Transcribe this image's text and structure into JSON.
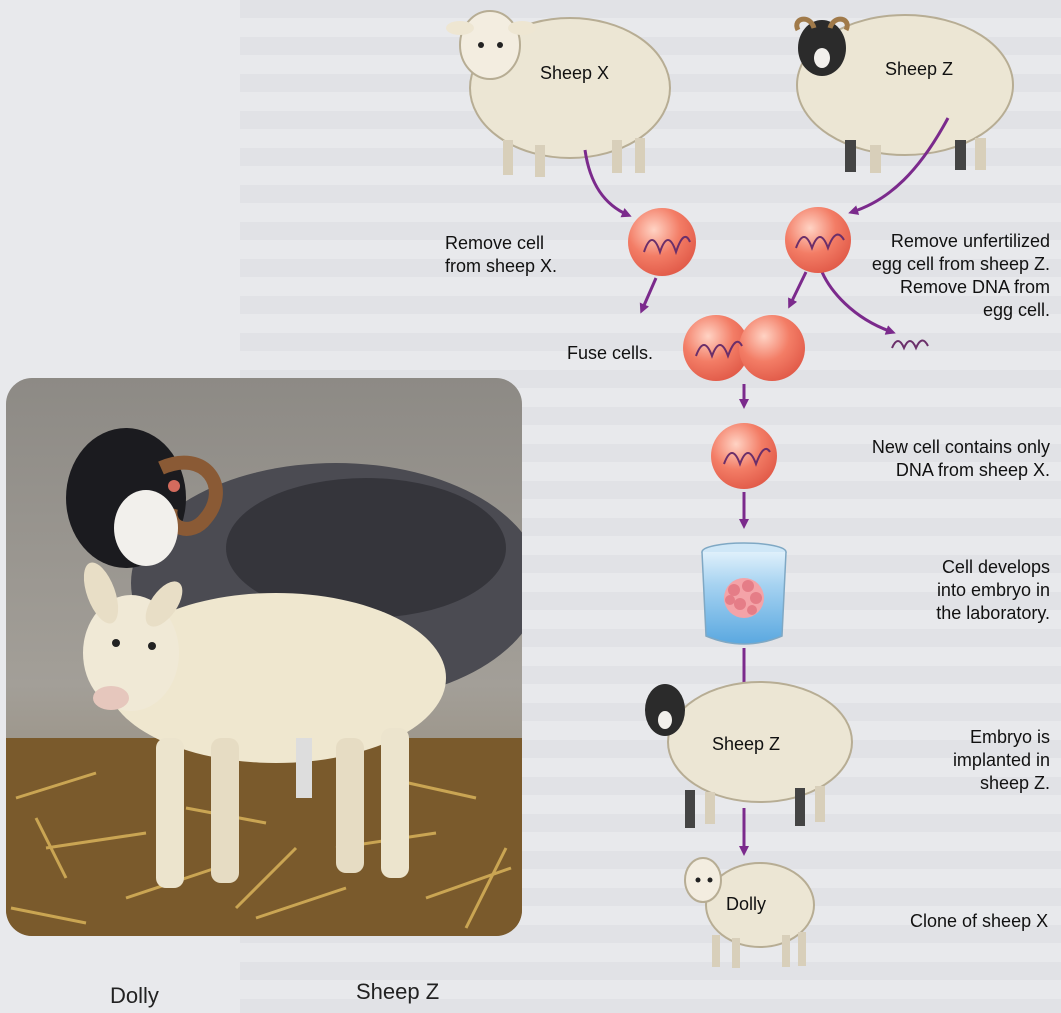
{
  "diagram": {
    "sheep_x_label": "Sheep X",
    "sheep_z_label": "Sheep Z",
    "sheep_z_surrogate_label": "Sheep Z",
    "dolly_label": "Dolly",
    "steps": {
      "remove_cell": "Remove cell\nfrom sheep X.",
      "remove_egg": "Remove unfertilized\negg cell from sheep Z.\nRemove DNA from\negg cell.",
      "fuse": "Fuse cells.",
      "new_cell": "New cell contains only\nDNA from sheep X.",
      "embryo": "Cell develops\ninto embryo in\nthe laboratory.",
      "implant": "Embryo is\nimplanted in\nsheep Z.",
      "clone": "Clone of sheep X"
    },
    "colors": {
      "arrow": "#7b2a8c",
      "cell": "#ec6b57",
      "cell_highlight": "#ffd3c4",
      "dna": "#6b2f6a",
      "beaker_liquid": "#7fbde8",
      "embryo": "#f4a3a8"
    }
  },
  "photo": {
    "caption_left": "Dolly",
    "caption_right": "Sheep Z"
  }
}
